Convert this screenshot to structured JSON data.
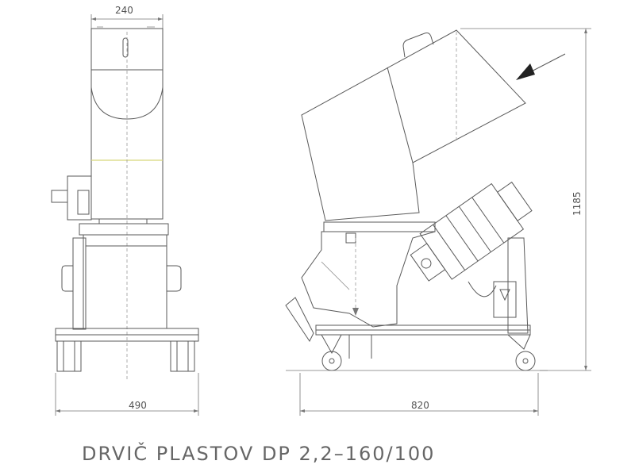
{
  "title": "DRVIČ PLASTOV DP 2,2–160/100",
  "dimensions": {
    "front_top_width": "240",
    "front_base_width": "490",
    "side_length": "820",
    "side_height": "1185"
  },
  "colors": {
    "line": "#5a5a5a",
    "accent_line": "#d8d77a",
    "text": "#555555"
  }
}
